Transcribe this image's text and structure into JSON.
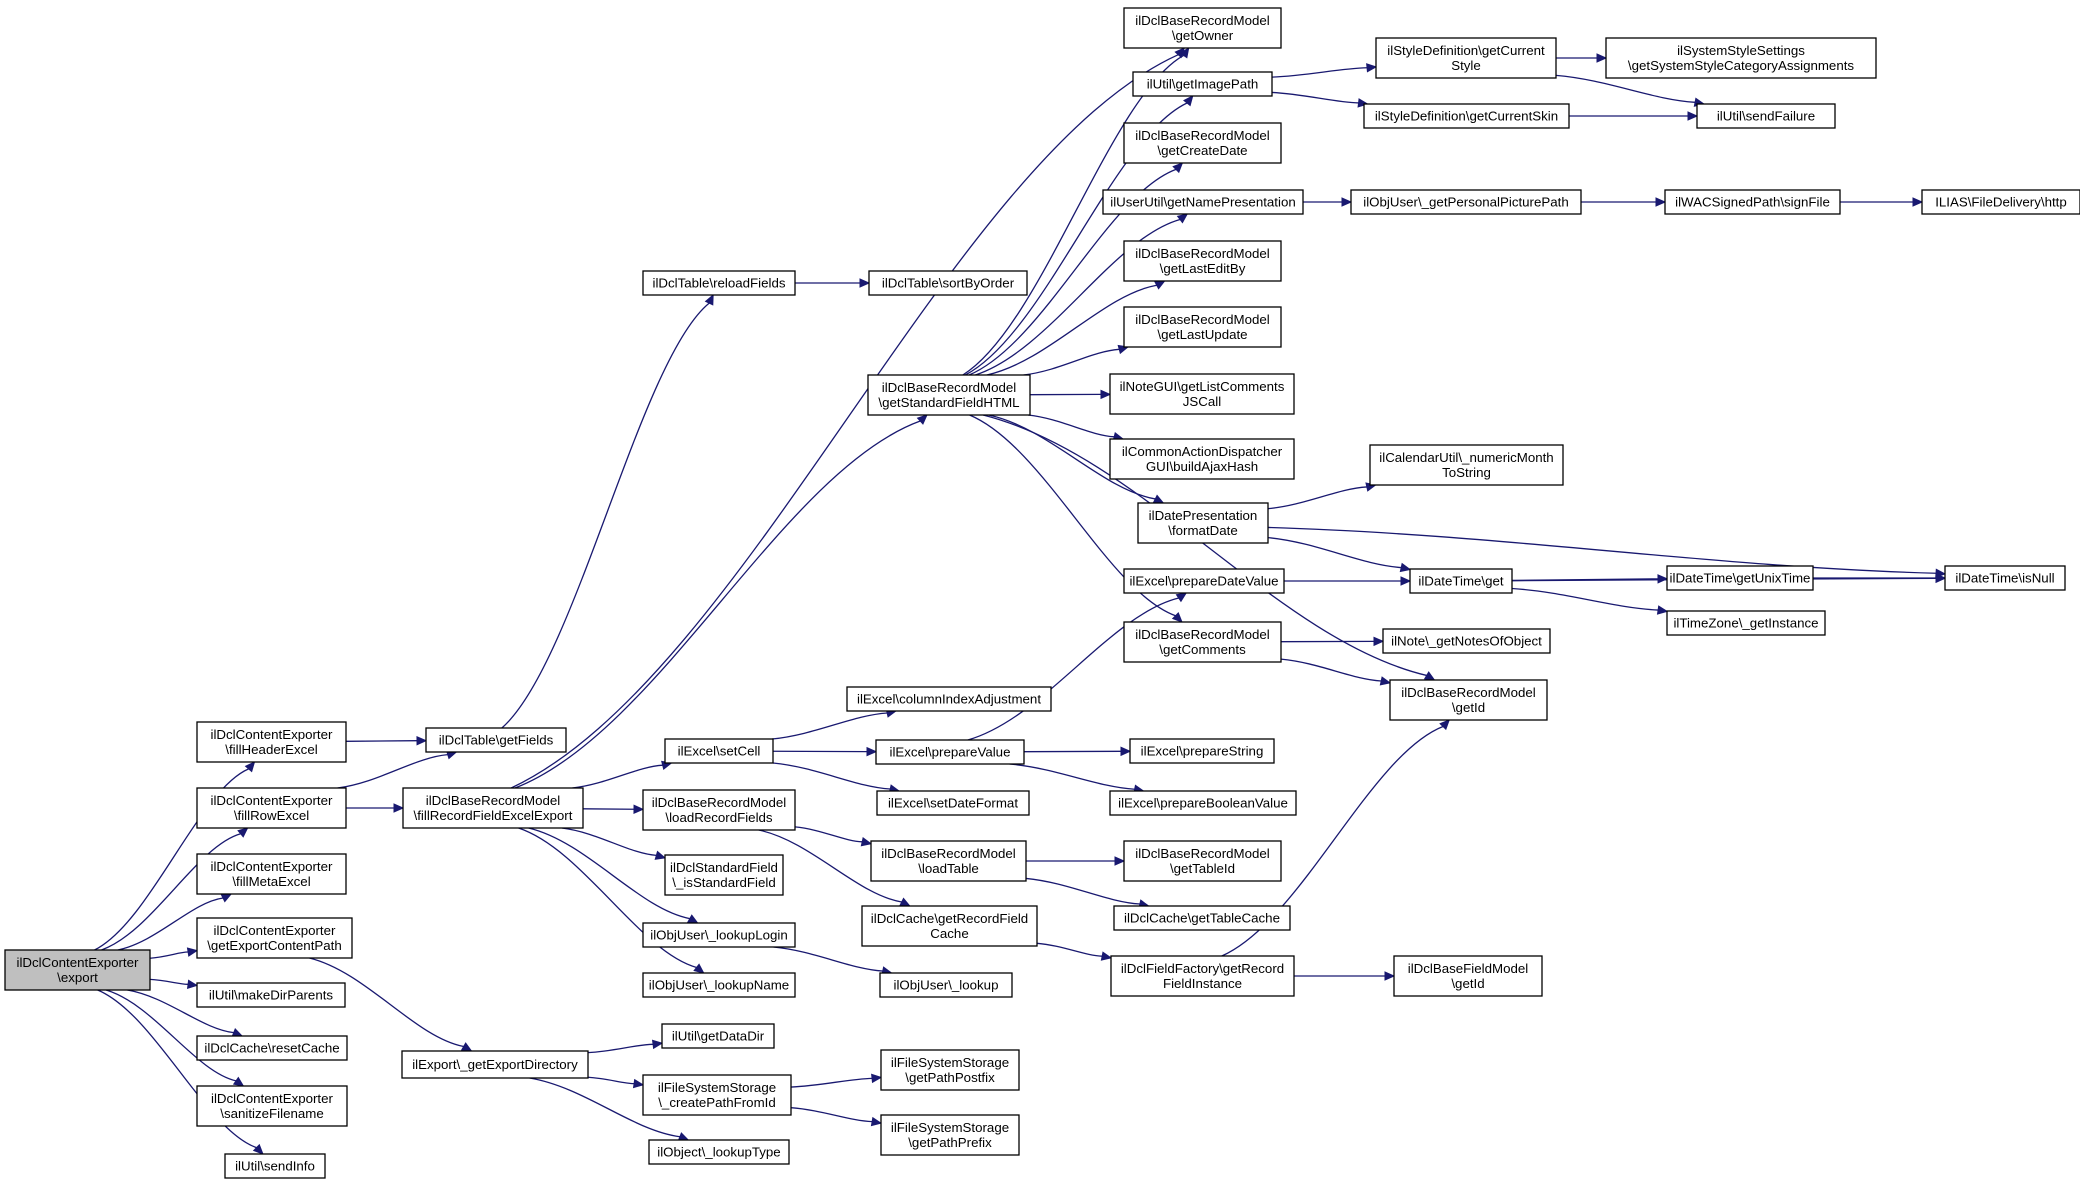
{
  "graph": {
    "colors": {
      "edge": "#191970",
      "node_border": "#000000",
      "root_fill": "#bfbfbf",
      "node_fill": "#ffffff"
    },
    "nodes": [
      {
        "id": "export",
        "lines": [
          "ilDclContentExporter",
          "\\export"
        ],
        "root": true
      },
      {
        "id": "fillHeaderExcel",
        "lines": [
          "ilDclContentExporter",
          "\\fillHeaderExcel"
        ]
      },
      {
        "id": "fillRowExcel",
        "lines": [
          "ilDclContentExporter",
          "\\fillRowExcel"
        ]
      },
      {
        "id": "fillMetaExcel",
        "lines": [
          "ilDclContentExporter",
          "\\fillMetaExcel"
        ]
      },
      {
        "id": "getExportContentPath",
        "lines": [
          "ilDclContentExporter",
          "\\getExportContentPath"
        ]
      },
      {
        "id": "makeDirParents",
        "lines": [
          "ilUtil\\makeDirParents"
        ]
      },
      {
        "id": "resetCache",
        "lines": [
          "ilDclCache\\resetCache"
        ]
      },
      {
        "id": "sanitizeFilename",
        "lines": [
          "ilDclContentExporter",
          "\\sanitizeFilename"
        ]
      },
      {
        "id": "sendInfo",
        "lines": [
          "ilUtil\\sendInfo"
        ]
      },
      {
        "id": "getFields",
        "lines": [
          "ilDclTable\\getFields"
        ]
      },
      {
        "id": "fillRecordFieldExcelExport",
        "lines": [
          "ilDclBaseRecordModel",
          "\\fillRecordFieldExcelExport"
        ]
      },
      {
        "id": "getExportDirectory",
        "lines": [
          "ilExport\\_getExportDirectory"
        ]
      },
      {
        "id": "reloadFields",
        "lines": [
          "ilDclTable\\reloadFields"
        ]
      },
      {
        "id": "sortByOrder",
        "lines": [
          "ilDclTable\\sortByOrder"
        ]
      },
      {
        "id": "getStandardFieldHTML",
        "lines": [
          "ilDclBaseRecordModel",
          "\\getStandardFieldHTML"
        ]
      },
      {
        "id": "setCell",
        "lines": [
          "ilExcel\\setCell"
        ]
      },
      {
        "id": "loadRecordFields",
        "lines": [
          "ilDclBaseRecordModel",
          "\\loadRecordFields"
        ]
      },
      {
        "id": "isStandardField",
        "lines": [
          "ilDclStandardField",
          "\\_isStandardField"
        ]
      },
      {
        "id": "lookupLogin",
        "lines": [
          "ilObjUser\\_lookupLogin"
        ]
      },
      {
        "id": "lookupName",
        "lines": [
          "ilObjUser\\_lookupName"
        ]
      },
      {
        "id": "getDataDir",
        "lines": [
          "ilUtil\\getDataDir"
        ]
      },
      {
        "id": "createPathFromId",
        "lines": [
          "ilFileSystemStorage",
          "\\_createPathFromId"
        ]
      },
      {
        "id": "lookupType",
        "lines": [
          "ilObject\\_lookupType"
        ]
      },
      {
        "id": "columnIndexAdjustment",
        "lines": [
          "ilExcel\\columnIndexAdjustment"
        ]
      },
      {
        "id": "prepareValue",
        "lines": [
          "ilExcel\\prepareValue"
        ]
      },
      {
        "id": "setDateFormat",
        "lines": [
          "ilExcel\\setDateFormat"
        ]
      },
      {
        "id": "loadTable",
        "lines": [
          "ilDclBaseRecordModel",
          "\\loadTable"
        ]
      },
      {
        "id": "getRecordFieldCache",
        "lines": [
          "ilDclCache\\getRecordField",
          "Cache"
        ]
      },
      {
        "id": "lookup",
        "lines": [
          "ilObjUser\\_lookup"
        ]
      },
      {
        "id": "getPathPostfix",
        "lines": [
          "ilFileSystemStorage",
          "\\getPathPostfix"
        ]
      },
      {
        "id": "getPathPrefix",
        "lines": [
          "ilFileSystemStorage",
          "\\getPathPrefix"
        ]
      },
      {
        "id": "getOwner",
        "lines": [
          "ilDclBaseRecordModel",
          "\\getOwner"
        ]
      },
      {
        "id": "getImagePath",
        "lines": [
          "ilUtil\\getImagePath"
        ]
      },
      {
        "id": "getCreateDate",
        "lines": [
          "ilDclBaseRecordModel",
          "\\getCreateDate"
        ]
      },
      {
        "id": "getNamePresentation",
        "lines": [
          "ilUserUtil\\getNamePresentation"
        ]
      },
      {
        "id": "getLastEditBy",
        "lines": [
          "ilDclBaseRecordModel",
          "\\getLastEditBy"
        ]
      },
      {
        "id": "getLastUpdate",
        "lines": [
          "ilDclBaseRecordModel",
          "\\getLastUpdate"
        ]
      },
      {
        "id": "getListCommentsJSCall",
        "lines": [
          "ilNoteGUI\\getListComments",
          "JSCall"
        ]
      },
      {
        "id": "buildAjaxHash",
        "lines": [
          "ilCommonActionDispatcher",
          "GUI\\buildAjaxHash"
        ]
      },
      {
        "id": "formatDate",
        "lines": [
          "ilDatePresentation",
          "\\formatDate"
        ]
      },
      {
        "id": "prepareDateValue",
        "lines": [
          "ilExcel\\prepareDateValue"
        ]
      },
      {
        "id": "getComments",
        "lines": [
          "ilDclBaseRecordModel",
          "\\getComments"
        ]
      },
      {
        "id": "prepareString",
        "lines": [
          "ilExcel\\prepareString"
        ]
      },
      {
        "id": "prepareBooleanValue",
        "lines": [
          "ilExcel\\prepareBooleanValue"
        ]
      },
      {
        "id": "getTableId",
        "lines": [
          "ilDclBaseRecordModel",
          "\\getTableId"
        ]
      },
      {
        "id": "getTableCache",
        "lines": [
          "ilDclCache\\getTableCache"
        ]
      },
      {
        "id": "getRecordFieldInstance",
        "lines": [
          "ilDclFieldFactory\\getRecord",
          "FieldInstance"
        ]
      },
      {
        "id": "getCurrentStyle",
        "lines": [
          "ilStyleDefinition\\getCurrent",
          "Style"
        ]
      },
      {
        "id": "getCurrentSkin",
        "lines": [
          "ilStyleDefinition\\getCurrentSkin"
        ]
      },
      {
        "id": "getPersonalPicturePath",
        "lines": [
          "ilObjUser\\_getPersonalPicturePath"
        ]
      },
      {
        "id": "numericMonthToString",
        "lines": [
          "ilCalendarUtil\\_numericMonth",
          "ToString"
        ]
      },
      {
        "id": "dateTimeGet",
        "lines": [
          "ilDateTime\\get"
        ]
      },
      {
        "id": "getNotesOfObject",
        "lines": [
          "ilNote\\_getNotesOfObject"
        ]
      },
      {
        "id": "recordGetId",
        "lines": [
          "ilDclBaseRecordModel",
          "\\getId"
        ]
      },
      {
        "id": "fieldGetId",
        "lines": [
          "ilDclBaseFieldModel",
          "\\getId"
        ]
      },
      {
        "id": "getSystemStyleCategoryAssignments",
        "lines": [
          "ilSystemStyleSettings",
          "\\getSystemStyleCategoryAssignments"
        ]
      },
      {
        "id": "sendFailure",
        "lines": [
          "ilUtil\\sendFailure"
        ]
      },
      {
        "id": "signFile",
        "lines": [
          "ilWACSignedPath\\signFile"
        ]
      },
      {
        "id": "http",
        "lines": [
          "ILIAS\\FileDelivery\\http"
        ]
      },
      {
        "id": "getUnixTime",
        "lines": [
          "ilDateTime\\getUnixTime"
        ]
      },
      {
        "id": "timeZoneGetInstance",
        "lines": [
          "ilTimeZone\\_getInstance"
        ]
      },
      {
        "id": "isNull",
        "lines": [
          "ilDateTime\\isNull"
        ]
      }
    ]
  }
}
